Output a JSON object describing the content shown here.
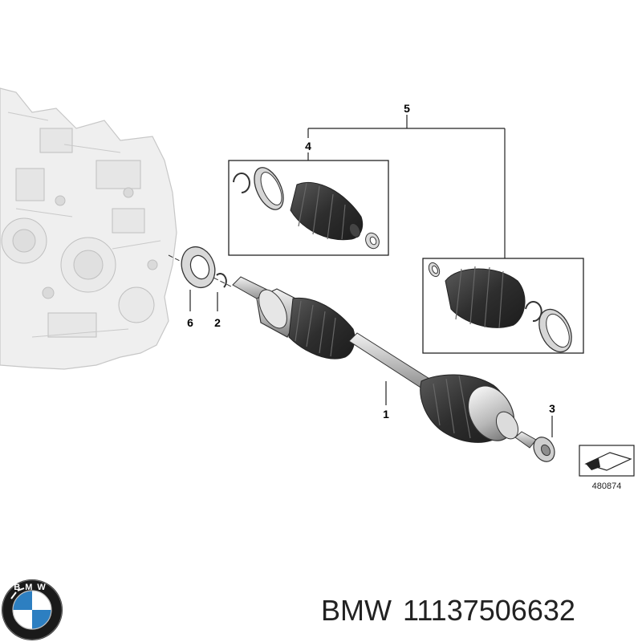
{
  "diagram": {
    "callouts": [
      {
        "id": "1",
        "text": "1"
      },
      {
        "id": "2",
        "text": "2"
      },
      {
        "id": "3",
        "text": "3"
      },
      {
        "id": "4",
        "text": "4"
      },
      {
        "id": "5",
        "text": "5"
      },
      {
        "id": "6",
        "text": "6"
      }
    ],
    "reference_number": "480874"
  },
  "caption": {
    "brand": "BMW",
    "part_number": "11137506632"
  },
  "logo": {
    "letters": "BMW",
    "colors": {
      "ring": "#1a1a1a",
      "blue": "#2d7fc1",
      "white": "#ffffff"
    }
  }
}
